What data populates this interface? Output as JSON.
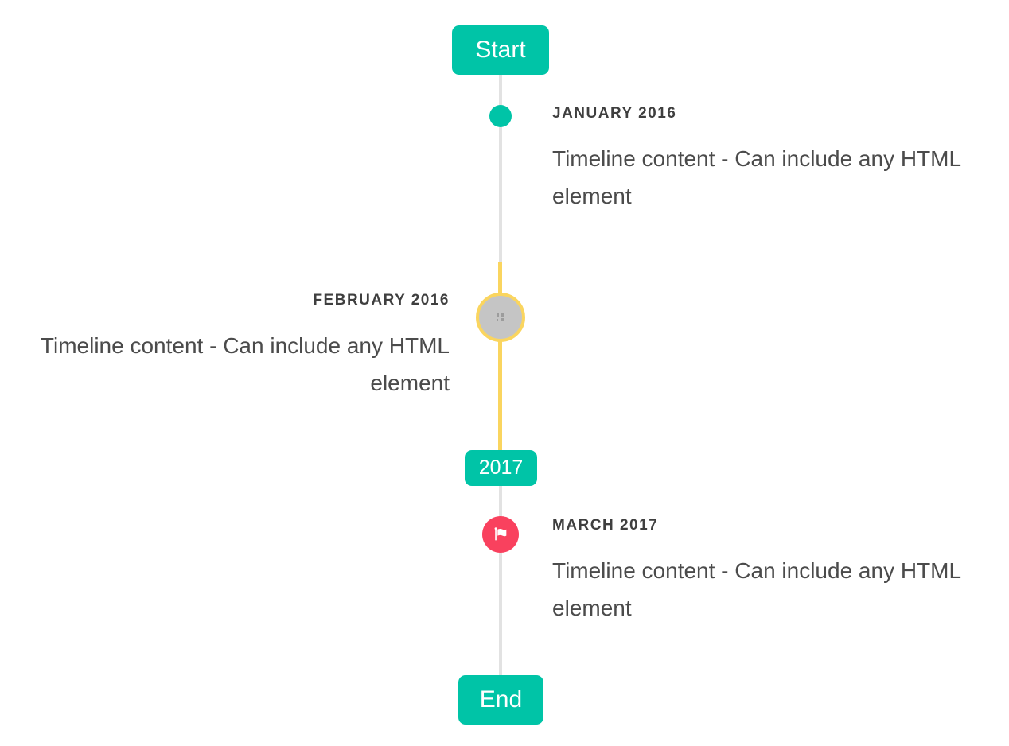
{
  "colors": {
    "accent_teal": "#00C4A7",
    "marker_red": "#F9415E",
    "highlight_yellow": "#FAD55F",
    "line_gray": "#E2E2E2",
    "circle_gray": "#C5C5C5",
    "heading_text": "#3F3F3F",
    "body_text": "#4B4B4B",
    "badge_text": "#FFFFFF"
  },
  "timeline": {
    "start_badge": "Start",
    "year_badge": "2017",
    "end_badge": "End",
    "items": [
      {
        "title": "JANUARY 2016",
        "body": "Timeline content - Can include any HTML element",
        "side": "right",
        "marker": "teal-dot"
      },
      {
        "title": "FEBRUARY 2016",
        "body": "Timeline content - Can include any HTML element",
        "side": "left",
        "marker": "gray-circle-yellow-ring",
        "marker_icon": "broken-image-icon"
      },
      {
        "title": "MARCH 2017",
        "body": "Timeline content - Can include any HTML element",
        "side": "right",
        "marker": "red-circle",
        "marker_icon": "flag-icon"
      }
    ]
  }
}
